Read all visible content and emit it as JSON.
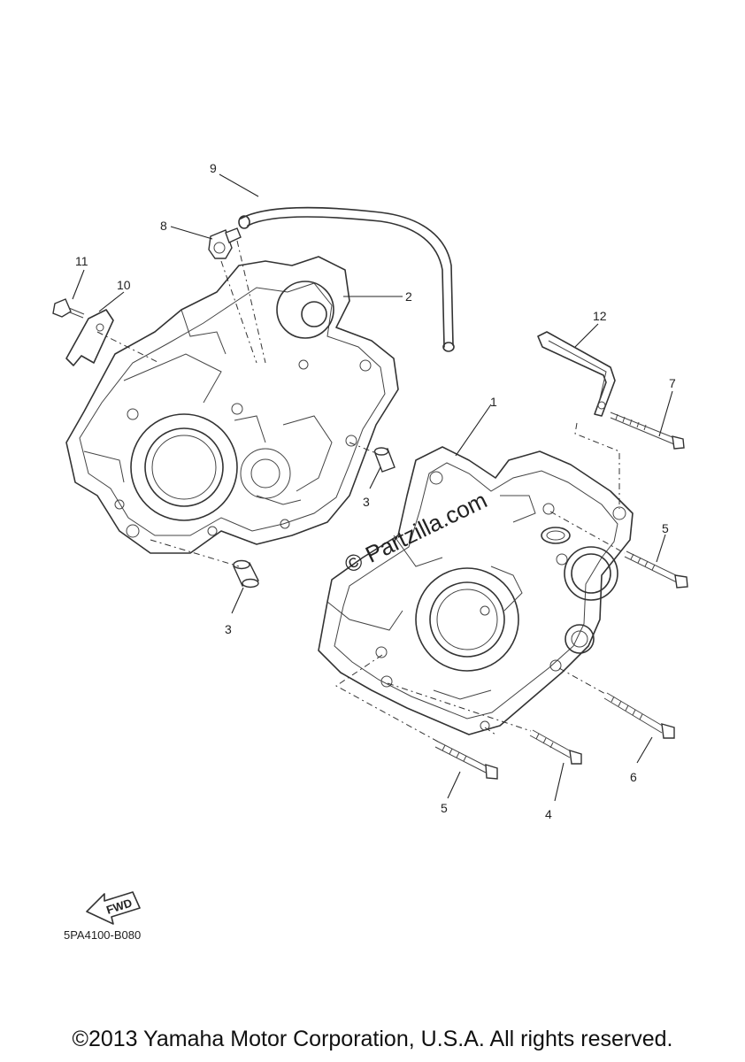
{
  "callouts": [
    "1",
    "2",
    "3",
    "3",
    "4",
    "5",
    "5",
    "6",
    "7",
    "8",
    "9",
    "10",
    "11",
    "12"
  ],
  "watermark": "© Partzilla.com",
  "fwd_label": "FWD",
  "diagram_code": "5PA4100-B080",
  "copyright": "©2013 Yamaha Motor Corporation, U.S.A. All rights reserved."
}
